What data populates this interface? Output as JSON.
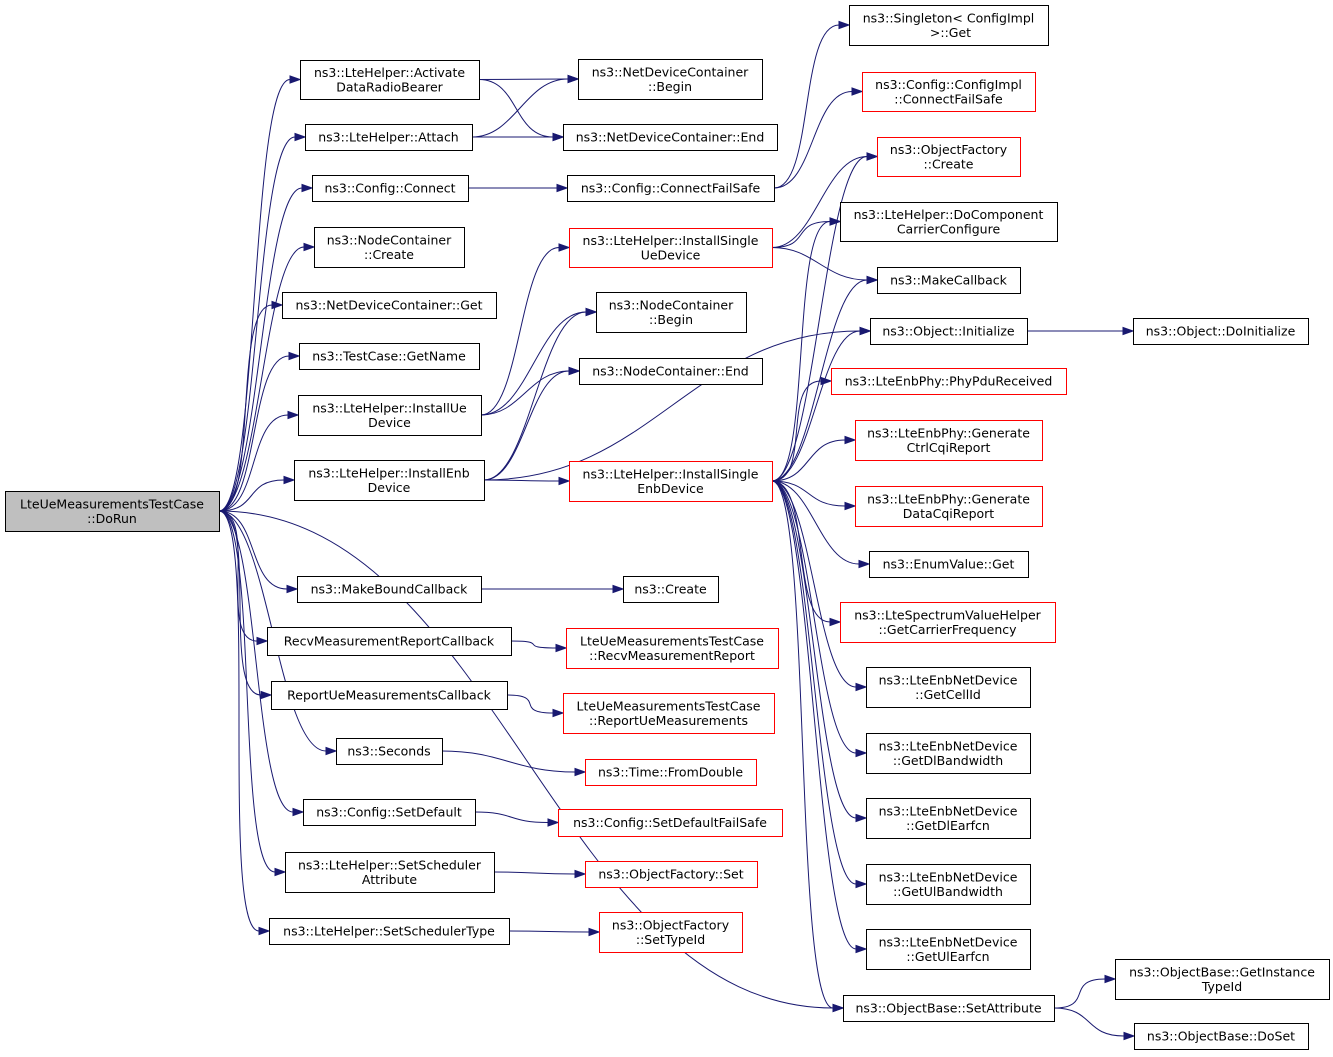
{
  "colors": {
    "edge": "#191970",
    "root_fill": "#bfbfbf",
    "node_border": "#000000",
    "incomplete_border": "#ff0000",
    "node_fill": "#ffffff"
  },
  "nodes": [
    {
      "id": "root",
      "lines": [
        "LteUeMeasurementsTestCase",
        "::DoRun"
      ],
      "style": "root"
    },
    {
      "id": "n1",
      "lines": [
        "ns3::LteHelper::Activate",
        "DataRadioBearer"
      ],
      "style": "normal"
    },
    {
      "id": "n2",
      "lines": [
        "ns3::LteHelper::Attach"
      ],
      "style": "normal"
    },
    {
      "id": "n3",
      "lines": [
        "ns3::Config::Connect"
      ],
      "style": "normal"
    },
    {
      "id": "n4",
      "lines": [
        "ns3::NodeContainer",
        "::Create"
      ],
      "style": "normal"
    },
    {
      "id": "n5",
      "lines": [
        "ns3::NetDeviceContainer::Get"
      ],
      "style": "normal"
    },
    {
      "id": "n6",
      "lines": [
        "ns3::TestCase::GetName"
      ],
      "style": "normal"
    },
    {
      "id": "n7",
      "lines": [
        "ns3::LteHelper::InstallUe",
        "Device"
      ],
      "style": "normal"
    },
    {
      "id": "n8",
      "lines": [
        "ns3::LteHelper::InstallEnb",
        "Device"
      ],
      "style": "normal"
    },
    {
      "id": "n9",
      "lines": [
        "ns3::MakeBoundCallback"
      ],
      "style": "normal"
    },
    {
      "id": "n10",
      "lines": [
        "RecvMeasurementReportCallback"
      ],
      "style": "normal"
    },
    {
      "id": "n11",
      "lines": [
        "ReportUeMeasurementsCallback"
      ],
      "style": "normal"
    },
    {
      "id": "n12",
      "lines": [
        "ns3::Seconds"
      ],
      "style": "normal"
    },
    {
      "id": "n13",
      "lines": [
        "ns3::Config::SetDefault"
      ],
      "style": "normal"
    },
    {
      "id": "n14",
      "lines": [
        "ns3::LteHelper::SetScheduler",
        "Attribute"
      ],
      "style": "normal"
    },
    {
      "id": "n15",
      "lines": [
        "ns3::LteHelper::SetSchedulerType"
      ],
      "style": "normal"
    },
    {
      "id": "m1",
      "lines": [
        "ns3::NetDeviceContainer",
        "::Begin"
      ],
      "style": "normal"
    },
    {
      "id": "m2",
      "lines": [
        "ns3::NetDeviceContainer::End"
      ],
      "style": "normal"
    },
    {
      "id": "m3",
      "lines": [
        "ns3::Config::ConnectFailSafe"
      ],
      "style": "normal"
    },
    {
      "id": "m4",
      "lines": [
        "ns3::LteHelper::InstallSingle",
        "UeDevice"
      ],
      "style": "incomplete"
    },
    {
      "id": "m5",
      "lines": [
        "ns3::NodeContainer",
        "::Begin"
      ],
      "style": "normal"
    },
    {
      "id": "m6",
      "lines": [
        "ns3::NodeContainer::End"
      ],
      "style": "normal"
    },
    {
      "id": "m7",
      "lines": [
        "ns3::LteHelper::InstallSingle",
        "EnbDevice"
      ],
      "style": "incomplete"
    },
    {
      "id": "m8",
      "lines": [
        "ns3::Create"
      ],
      "style": "normal"
    },
    {
      "id": "m9",
      "lines": [
        "LteUeMeasurementsTestCase",
        "::RecvMeasurementReport"
      ],
      "style": "incomplete"
    },
    {
      "id": "m10",
      "lines": [
        "LteUeMeasurementsTestCase",
        "::ReportUeMeasurements"
      ],
      "style": "incomplete"
    },
    {
      "id": "m11",
      "lines": [
        "ns3::Time::FromDouble"
      ],
      "style": "incomplete"
    },
    {
      "id": "m12",
      "lines": [
        "ns3::Config::SetDefaultFailSafe"
      ],
      "style": "incomplete"
    },
    {
      "id": "m13",
      "lines": [
        "ns3::ObjectFactory::Set"
      ],
      "style": "incomplete"
    },
    {
      "id": "m14",
      "lines": [
        "ns3::ObjectFactory",
        "::SetTypeId"
      ],
      "style": "incomplete"
    },
    {
      "id": "r1",
      "lines": [
        "ns3::Singleton< ConfigImpl",
        " >::Get"
      ],
      "style": "normal"
    },
    {
      "id": "r2",
      "lines": [
        "ns3::Config::ConfigImpl",
        "::ConnectFailSafe"
      ],
      "style": "incomplete"
    },
    {
      "id": "r3",
      "lines": [
        "ns3::ObjectFactory",
        "::Create"
      ],
      "style": "incomplete"
    },
    {
      "id": "r4",
      "lines": [
        "ns3::LteHelper::DoComponent",
        "CarrierConfigure"
      ],
      "style": "normal"
    },
    {
      "id": "r5",
      "lines": [
        "ns3::MakeCallback"
      ],
      "style": "normal"
    },
    {
      "id": "r6",
      "lines": [
        "ns3::Object::Initialize"
      ],
      "style": "normal"
    },
    {
      "id": "r7",
      "lines": [
        "ns3::LteEnbPhy::PhyPduReceived"
      ],
      "style": "incomplete"
    },
    {
      "id": "r8",
      "lines": [
        "ns3::LteEnbPhy::Generate",
        "CtrlCqiReport"
      ],
      "style": "incomplete"
    },
    {
      "id": "r9",
      "lines": [
        "ns3::LteEnbPhy::Generate",
        "DataCqiReport"
      ],
      "style": "incomplete"
    },
    {
      "id": "r10",
      "lines": [
        "ns3::EnumValue::Get"
      ],
      "style": "normal"
    },
    {
      "id": "r11",
      "lines": [
        "ns3::LteSpectrumValueHelper",
        "::GetCarrierFrequency"
      ],
      "style": "incomplete"
    },
    {
      "id": "r12",
      "lines": [
        "ns3::LteEnbNetDevice",
        "::GetCellId"
      ],
      "style": "normal"
    },
    {
      "id": "r13",
      "lines": [
        "ns3::LteEnbNetDevice",
        "::GetDlBandwidth"
      ],
      "style": "normal"
    },
    {
      "id": "r14",
      "lines": [
        "ns3::LteEnbNetDevice",
        "::GetDlEarfcn"
      ],
      "style": "normal"
    },
    {
      "id": "r15",
      "lines": [
        "ns3::LteEnbNetDevice",
        "::GetUlBandwidth"
      ],
      "style": "normal"
    },
    {
      "id": "r16",
      "lines": [
        "ns3::LteEnbNetDevice",
        "::GetUlEarfcn"
      ],
      "style": "normal"
    },
    {
      "id": "r17",
      "lines": [
        "ns3::ObjectBase::SetAttribute"
      ],
      "style": "normal"
    },
    {
      "id": "s1",
      "lines": [
        "ns3::Object::DoInitialize"
      ],
      "style": "normal"
    },
    {
      "id": "s2",
      "lines": [
        "ns3::ObjectBase::GetInstance",
        "TypeId"
      ],
      "style": "normal"
    },
    {
      "id": "s3",
      "lines": [
        "ns3::ObjectBase::DoSet"
      ],
      "style": "normal"
    }
  ],
  "edges": [
    [
      "root",
      "n1"
    ],
    [
      "root",
      "n2"
    ],
    [
      "root",
      "n3"
    ],
    [
      "root",
      "n4"
    ],
    [
      "root",
      "n5"
    ],
    [
      "root",
      "n6"
    ],
    [
      "root",
      "n7"
    ],
    [
      "root",
      "n8"
    ],
    [
      "root",
      "n9"
    ],
    [
      "root",
      "n10"
    ],
    [
      "root",
      "n11"
    ],
    [
      "root",
      "n12"
    ],
    [
      "root",
      "n13"
    ],
    [
      "root",
      "n14"
    ],
    [
      "root",
      "n15"
    ],
    [
      "root",
      "r17"
    ],
    [
      "n1",
      "m1"
    ],
    [
      "n1",
      "m2"
    ],
    [
      "n2",
      "m1"
    ],
    [
      "n2",
      "m2"
    ],
    [
      "n3",
      "m3"
    ],
    [
      "m3",
      "r1"
    ],
    [
      "m3",
      "r2"
    ],
    [
      "n7",
      "m4"
    ],
    [
      "n7",
      "m5"
    ],
    [
      "n7",
      "m6"
    ],
    [
      "n8",
      "m5"
    ],
    [
      "n8",
      "m6"
    ],
    [
      "n8",
      "m7"
    ],
    [
      "n8",
      "r6"
    ],
    [
      "n9",
      "m8"
    ],
    [
      "n10",
      "m9"
    ],
    [
      "n11",
      "m10"
    ],
    [
      "n12",
      "m11"
    ],
    [
      "n13",
      "m12"
    ],
    [
      "n14",
      "m13"
    ],
    [
      "n15",
      "m14"
    ],
    [
      "m4",
      "r3"
    ],
    [
      "m4",
      "r4"
    ],
    [
      "m4",
      "r5"
    ],
    [
      "m7",
      "r3"
    ],
    [
      "m7",
      "r4"
    ],
    [
      "m7",
      "r5"
    ],
    [
      "m7",
      "r6"
    ],
    [
      "m7",
      "r7"
    ],
    [
      "m7",
      "r8"
    ],
    [
      "m7",
      "r9"
    ],
    [
      "m7",
      "r10"
    ],
    [
      "m7",
      "r11"
    ],
    [
      "m7",
      "r12"
    ],
    [
      "m7",
      "r13"
    ],
    [
      "m7",
      "r14"
    ],
    [
      "m7",
      "r15"
    ],
    [
      "m7",
      "r16"
    ],
    [
      "m7",
      "r17"
    ],
    [
      "r6",
      "s1"
    ],
    [
      "r17",
      "s2"
    ],
    [
      "r17",
      "s3"
    ]
  ]
}
